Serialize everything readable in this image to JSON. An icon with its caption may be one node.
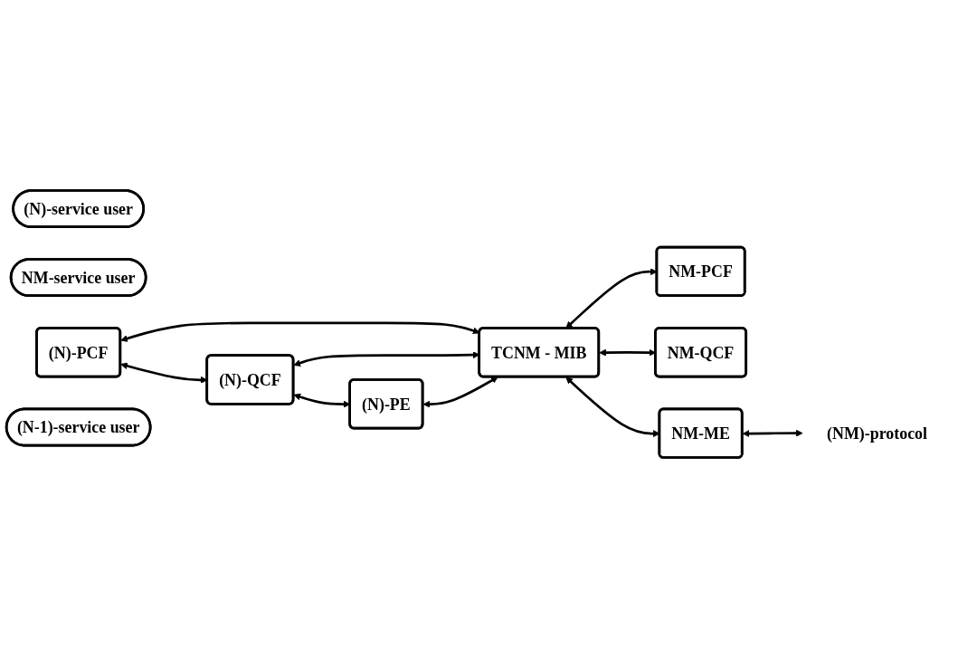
{
  "diagram": {
    "nodes": [
      {
        "text": [
          "(N)-service user"
        ]
      },
      {
        "text": [
          "NM-service user"
        ]
      },
      {
        "text": [
          "(N)-PCF"
        ]
      },
      {
        "text": [
          "NM-PCF"
        ]
      },
      {
        "text": [
          "(N)-QCF"
        ]
      },
      {
        "text": [
          "TCNM - MIB"
        ]
      },
      {
        "text": [
          "NM-QCF"
        ]
      },
      {
        "text": [
          "(N)-PE"
        ]
      },
      {
        "text": [
          "NM-ME"
        ]
      },
      {
        "text": [
          "(NM)-protocol"
        ]
      },
      {
        "text": [
          "(N-1)-service user"
        ]
      }
    ],
    "edges": [
      {
        "from": 2,
        "to": 4,
        "arrow": "both"
      },
      {
        "from": 4,
        "to": 7,
        "arrow": "both"
      },
      {
        "from": 2,
        "to": 5,
        "arrow": "both"
      },
      {
        "from": 4,
        "to": 5,
        "arrow": "both"
      },
      {
        "from": 7,
        "to": 5,
        "arrow": "both"
      },
      {
        "from": 5,
        "to": 3,
        "arrow": "both"
      },
      {
        "from": 5,
        "to": 6,
        "arrow": "both"
      },
      {
        "from": 5,
        "to": 8,
        "arrow": "both"
      },
      {
        "from": 8,
        "to": 9,
        "arrow": "both"
      }
    ]
  }
}
